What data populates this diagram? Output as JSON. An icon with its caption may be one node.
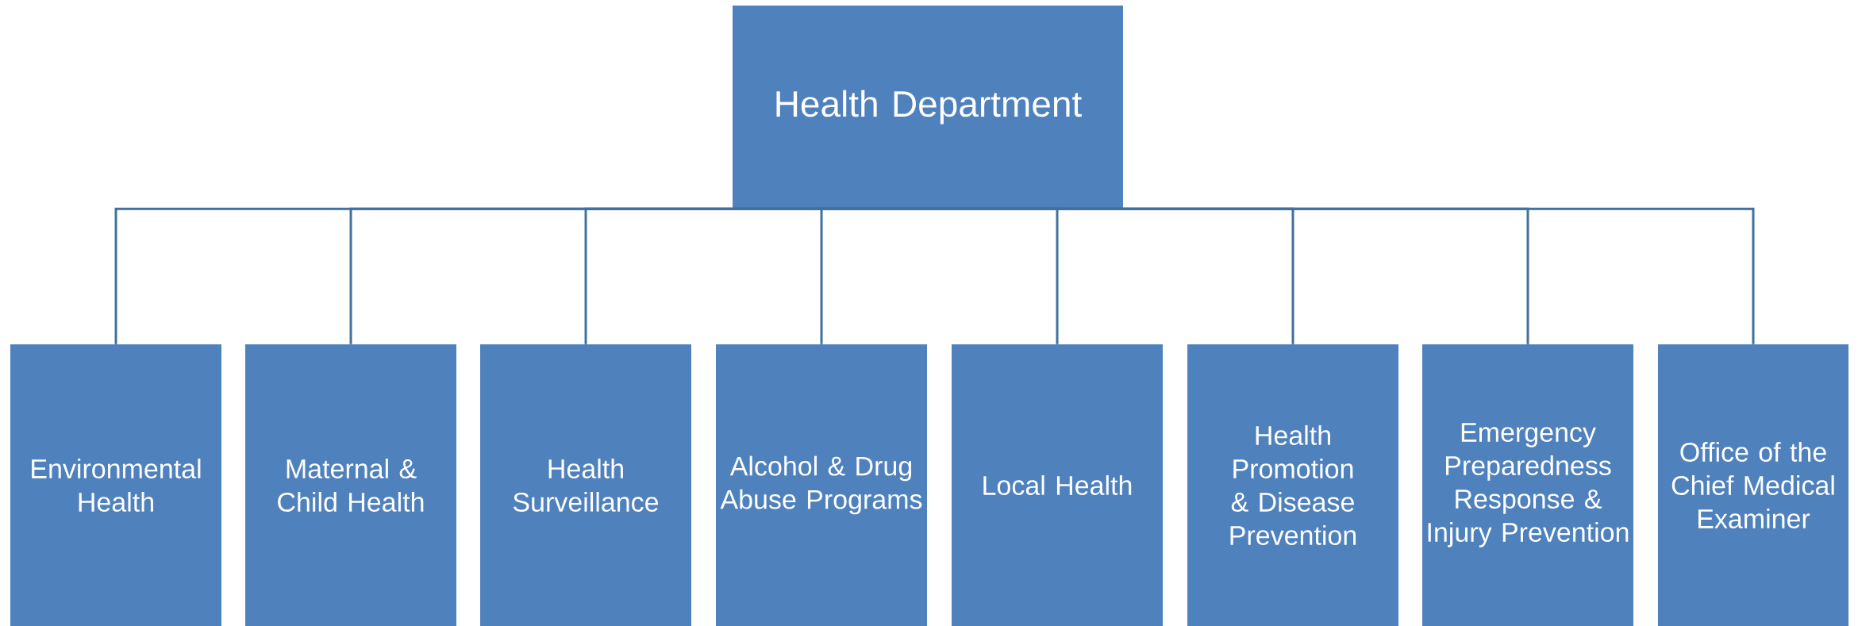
{
  "diagram": {
    "nodes": [
      {
        "text": [
          "Health Department"
        ]
      },
      {
        "text": [
          "Environmental Health"
        ]
      },
      {
        "text": [
          "Maternal & Child Health"
        ]
      },
      {
        "text": [
          "Health Surveillance"
        ]
      },
      {
        "text": [
          "Alcohol & Drug Abuse Programs"
        ]
      },
      {
        "text": [
          "Local Health"
        ]
      },
      {
        "text": [
          "Health Promotion & Disease Prevention"
        ]
      },
      {
        "text": [
          "Emergency Preparedness Response & Injury Prevention"
        ]
      },
      {
        "text": [
          "Office of the Chief Medical Examiner"
        ]
      }
    ],
    "edges": [
      {
        "from": 0,
        "to": 1,
        "arrow": "none"
      },
      {
        "from": 0,
        "to": 2,
        "arrow": "none"
      },
      {
        "from": 0,
        "to": 3,
        "arrow": "none"
      },
      {
        "from": 0,
        "to": 4,
        "arrow": "none"
      },
      {
        "from": 0,
        "to": 5,
        "arrow": "none"
      },
      {
        "from": 0,
        "to": 6,
        "arrow": "none"
      },
      {
        "from": 0,
        "to": 7,
        "arrow": "none"
      },
      {
        "from": 0,
        "to": 8,
        "arrow": "none"
      }
    ]
  }
}
